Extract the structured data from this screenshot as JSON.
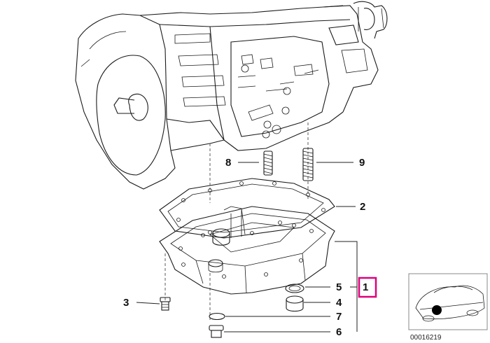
{
  "callouts": [
    {
      "id": "8",
      "label": "8"
    },
    {
      "id": "9",
      "label": "9"
    },
    {
      "id": "2",
      "label": "2"
    },
    {
      "id": "3",
      "label": "3"
    },
    {
      "id": "5",
      "label": "5"
    },
    {
      "id": "1",
      "label": "1"
    },
    {
      "id": "4",
      "label": "4"
    },
    {
      "id": "7",
      "label": "7"
    },
    {
      "id": "6",
      "label": "6"
    }
  ],
  "highlight": {
    "callout": "1",
    "color": "#e0007a"
  },
  "reference_number": "00016219"
}
